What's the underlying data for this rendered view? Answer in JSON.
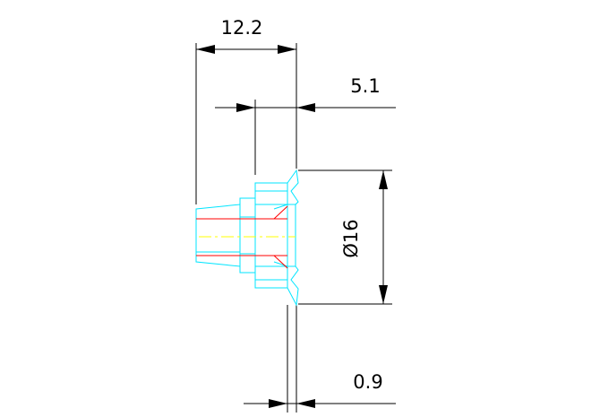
{
  "drawing": {
    "dimensions": {
      "overall_length": "12.2",
      "flange_width": "5.1",
      "diameter": "Ø16",
      "rim_thickness": "0.9"
    },
    "colors": {
      "background": "#ffffff",
      "dimension_lines": "#000000",
      "part_outline": "#00e5ff",
      "bore": "#ff0000",
      "centerline": "#ffff00"
    }
  }
}
